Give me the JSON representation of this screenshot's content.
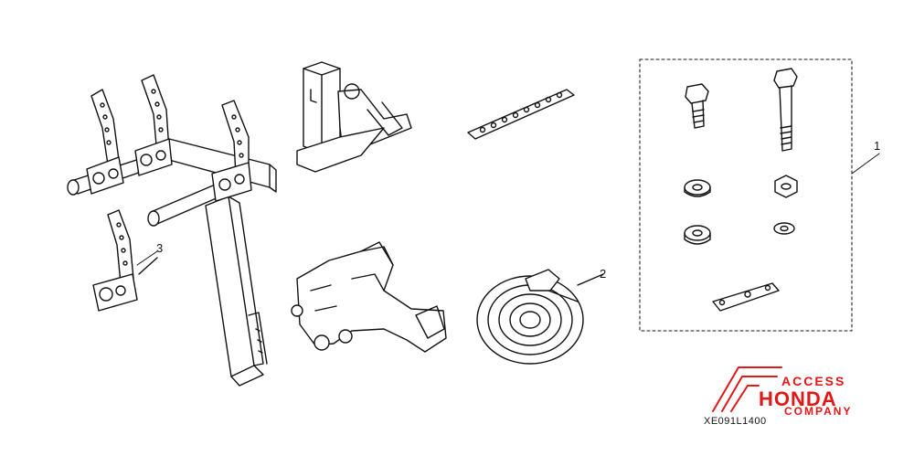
{
  "callouts": {
    "one": "1",
    "two": "2",
    "three": "3"
  },
  "part_code": "XE091L1400",
  "logo": {
    "line1": "ACCESS",
    "line2": "HONDA",
    "line3": "COMPANY",
    "color": "#e01818"
  }
}
